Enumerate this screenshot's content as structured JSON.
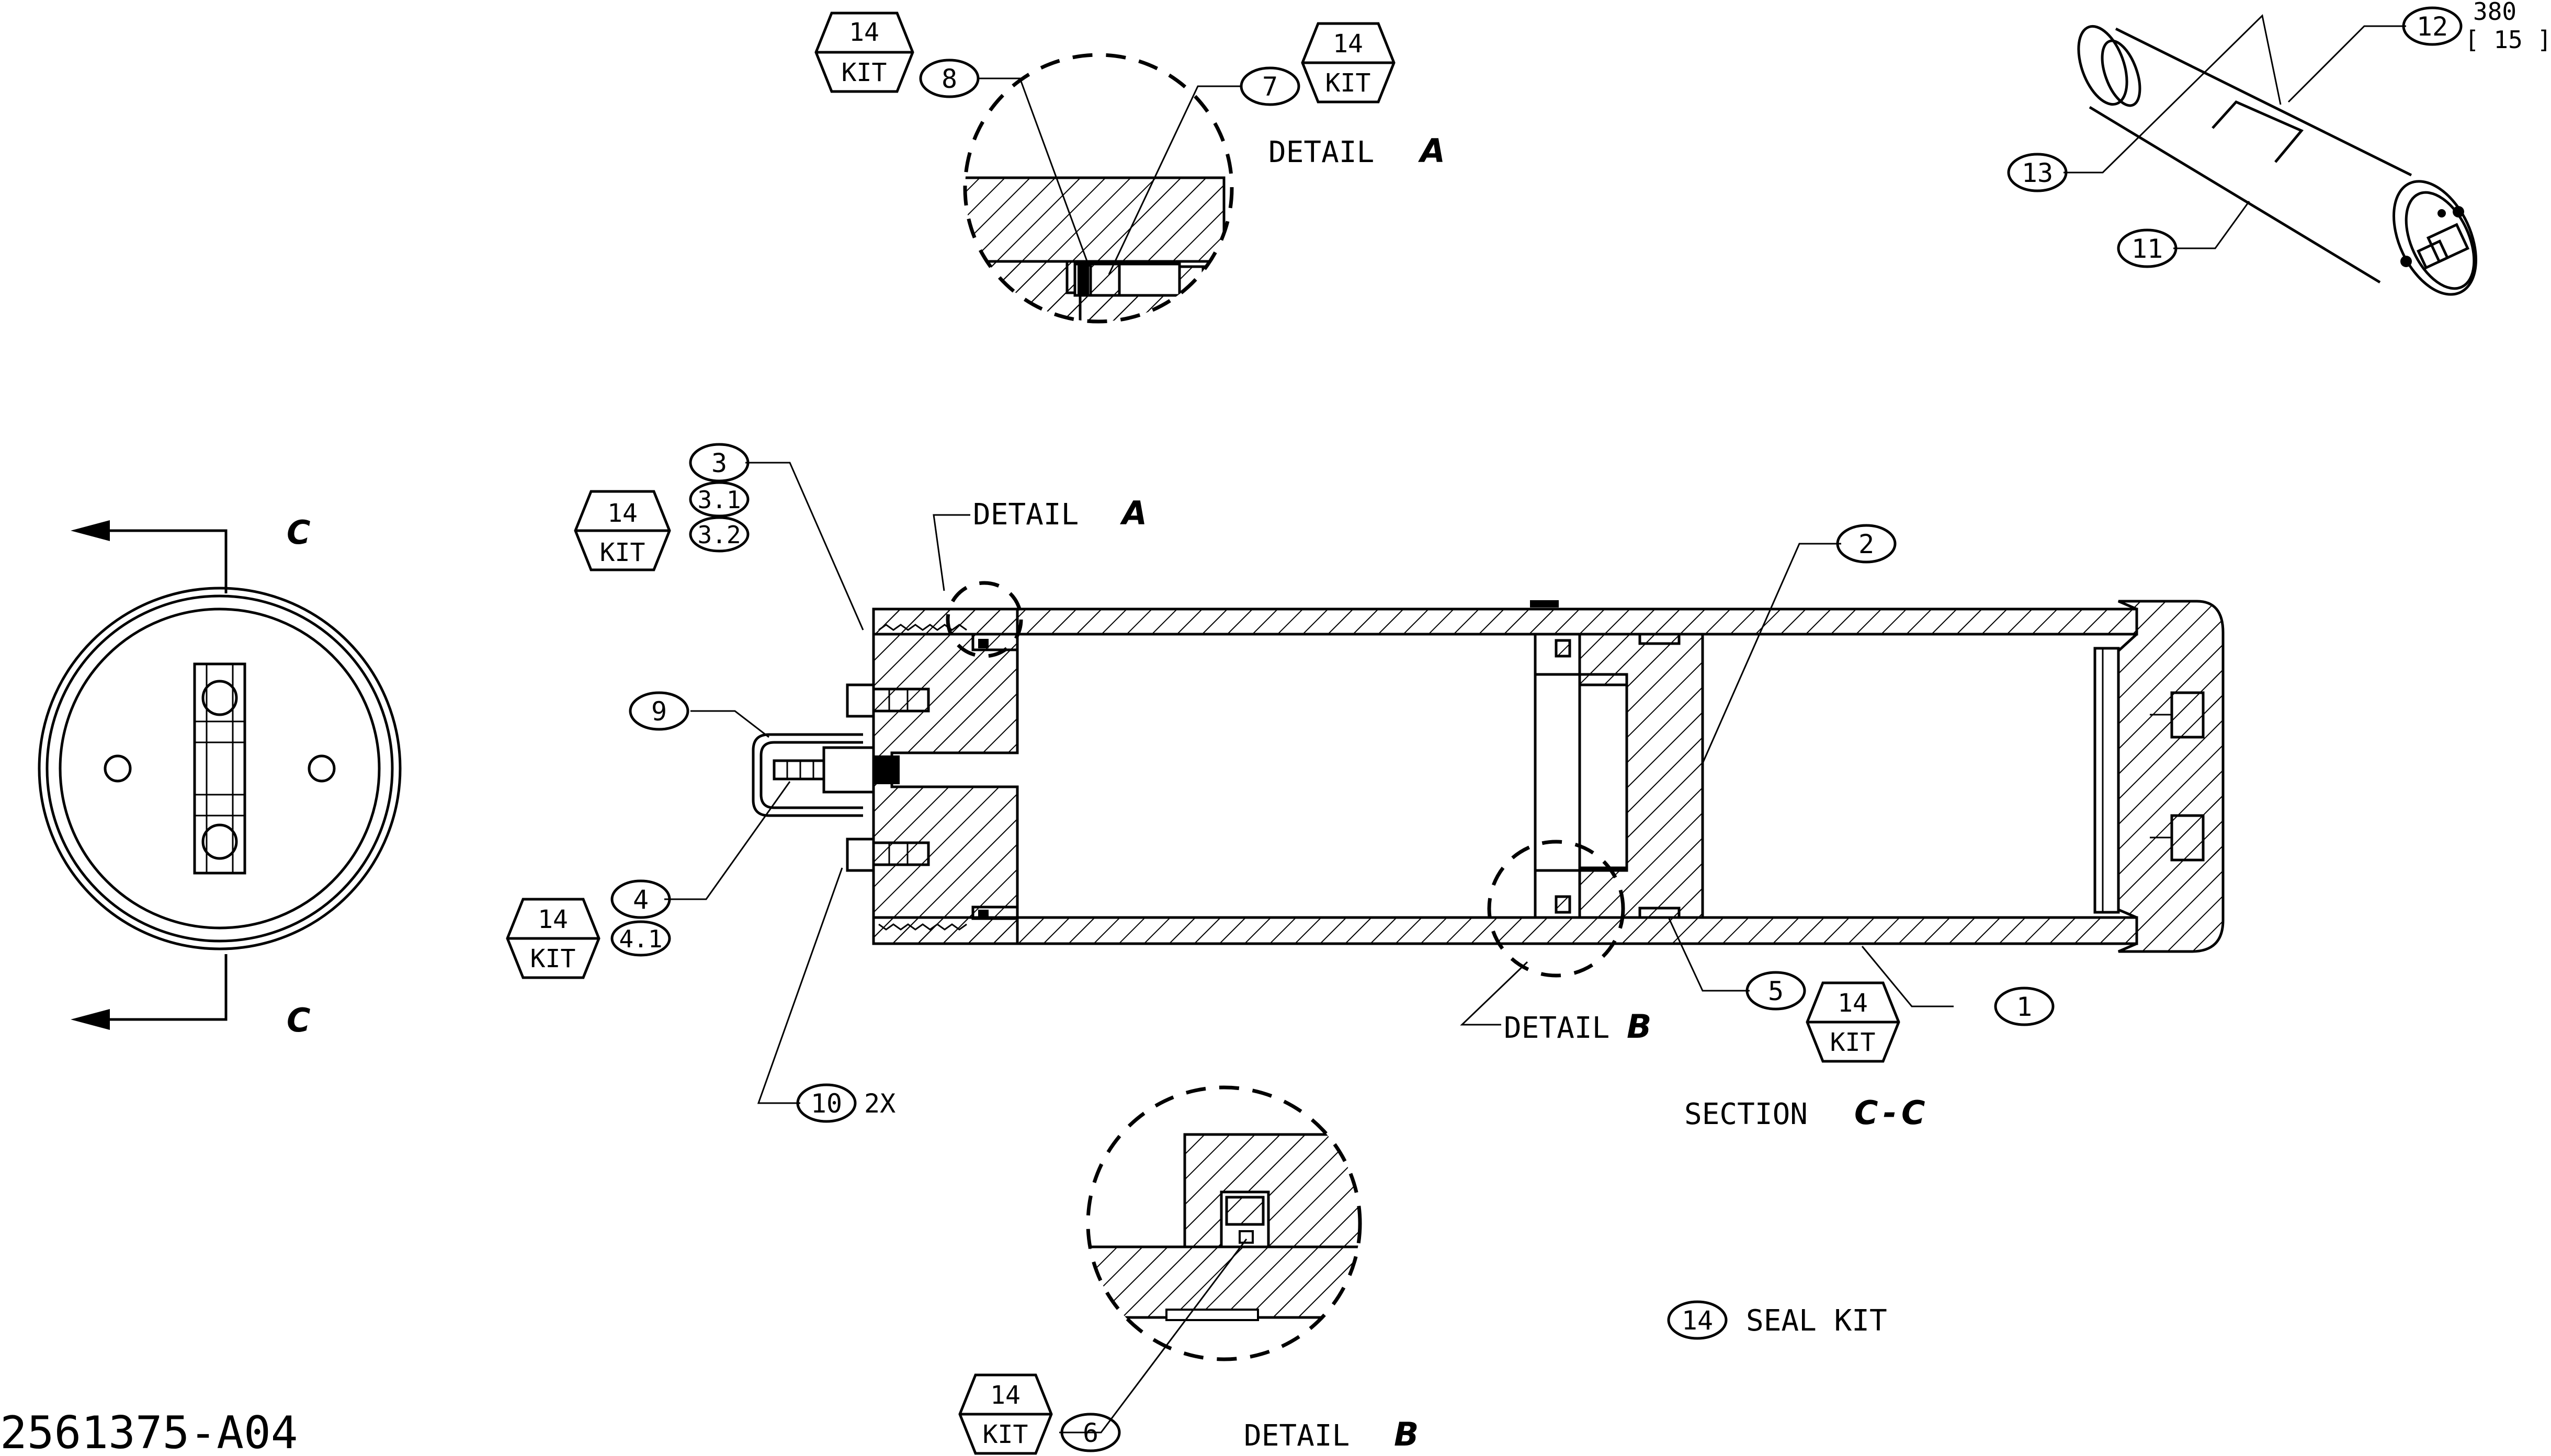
{
  "drawing_number": "2561375-A04",
  "section_view": {
    "prefix": "SECTION",
    "letter_left": "C",
    "dash": "-",
    "letter_right": "C"
  },
  "cut_marks": {
    "top": "C",
    "bottom": "C"
  },
  "details": {
    "a_top": {
      "word": "DETAIL",
      "letter": "A"
    },
    "a_callout": {
      "word": "DETAIL",
      "letter": "A"
    },
    "b_callout": {
      "word": "DETAIL",
      "letter": "B"
    },
    "b_bottom": {
      "word": "DETAIL",
      "letter": "B"
    }
  },
  "kit_tags": {
    "kit_8": {
      "num": "14",
      "word": "KIT"
    },
    "kit_7": {
      "num": "14",
      "word": "KIT"
    },
    "kit_3": {
      "num": "14",
      "word": "KIT"
    },
    "kit_4": {
      "num": "14",
      "word": "KIT"
    },
    "kit_5": {
      "num": "14",
      "word": "KIT"
    },
    "kit_6": {
      "num": "14",
      "word": "KIT"
    }
  },
  "balloons": {
    "b1": "1",
    "b2": "2",
    "b3": "3",
    "b3_1": "3.1",
    "b3_2": "3.2",
    "b4": "4",
    "b4_1": "4.1",
    "b5": "5",
    "b6": "6",
    "b7": "7",
    "b8": "8",
    "b9": "9",
    "b10": "10",
    "b11": "11",
    "b12": "12",
    "b13": "13",
    "b14": "14"
  },
  "notes": {
    "qty_10": "2X",
    "seal_kit": "SEAL KIT",
    "dim_value": "380",
    "dim_bracket": "[ 15 ]"
  }
}
